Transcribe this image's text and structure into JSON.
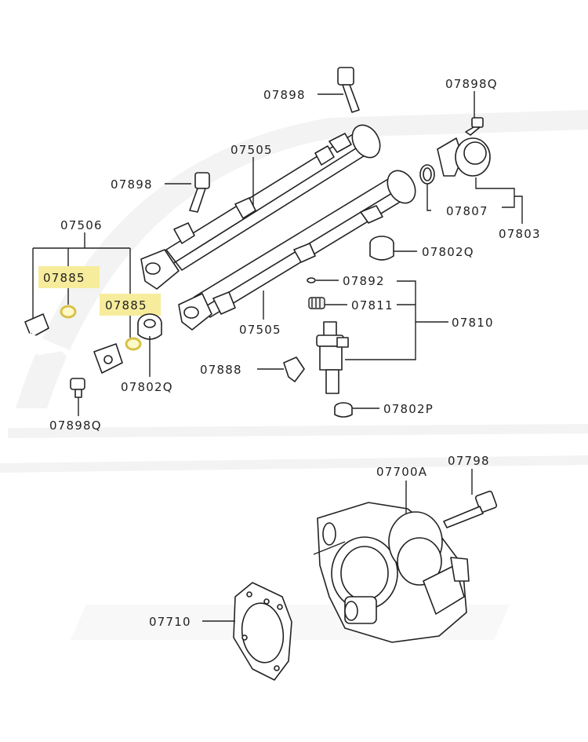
{
  "diagram": {
    "labels": [
      {
        "id": "l07898a",
        "text": "07898"
      },
      {
        "id": "l07898q_top",
        "text": "07898Q"
      },
      {
        "id": "l07505a",
        "text": "07505"
      },
      {
        "id": "l07898b",
        "text": "07898"
      },
      {
        "id": "l07807",
        "text": "07807"
      },
      {
        "id": "l07803",
        "text": "07803"
      },
      {
        "id": "l07506",
        "text": "07506"
      },
      {
        "id": "l07802q_right",
        "text": "07802Q"
      },
      {
        "id": "l07885a",
        "text": "07885"
      },
      {
        "id": "l07892",
        "text": "07892"
      },
      {
        "id": "l07885b",
        "text": "07885"
      },
      {
        "id": "l07811",
        "text": "07811"
      },
      {
        "id": "l07810",
        "text": "07810"
      },
      {
        "id": "l07505b",
        "text": "07505"
      },
      {
        "id": "l07888",
        "text": "07888"
      },
      {
        "id": "l07802q_left",
        "text": "07802Q"
      },
      {
        "id": "l07802p",
        "text": "07802P"
      },
      {
        "id": "l07898q_bottom",
        "text": "07898Q"
      },
      {
        "id": "l07700a",
        "text": "07700A"
      },
      {
        "id": "l07798",
        "text": "07798"
      },
      {
        "id": "l07710",
        "text": "07710"
      }
    ],
    "highlight_color": "#f6ec9c"
  }
}
